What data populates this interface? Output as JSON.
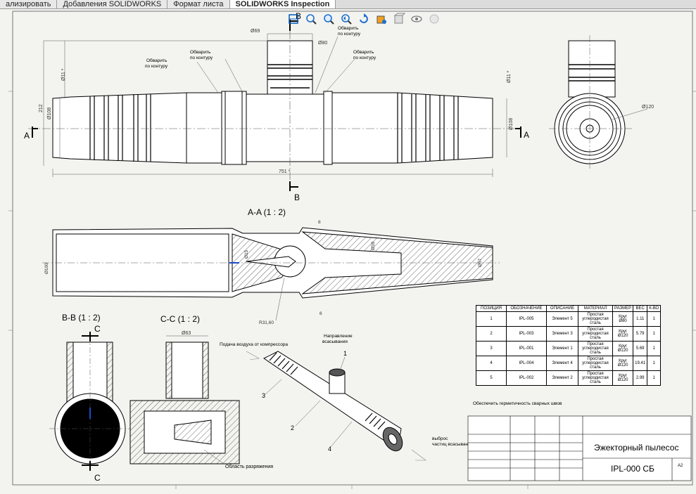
{
  "tabs": [
    {
      "label": "ализировать"
    },
    {
      "label": "Добавления SOLIDWORKS"
    },
    {
      "label": "Формат листа"
    },
    {
      "label": "SOLIDWORKS Inspection"
    }
  ],
  "hud_icons": [
    "section-view-icon",
    "zoom-fit-icon",
    "zoom-area-icon",
    "previous-view-icon",
    "rotate-icon",
    "display-style-icon",
    "view-orientation-icon",
    "hide-show-icon",
    "appearance-icon"
  ],
  "section_labels": {
    "aa": "A-A  (1 : 2)",
    "bb": "B-B  (1 : 2)",
    "cc": "C-C  (1 : 2)",
    "a_left": "A",
    "a_right": "A",
    "b_top": "B",
    "b_bottom": "B",
    "c_top": "C",
    "c_bottom": "C"
  },
  "dimensions": {
    "d69": "Ø69",
    "d80": "Ø80",
    "d11": "Ø11 *",
    "d11b": "Ø11 *",
    "d108": "Ø108",
    "d108b": "Ø108",
    "d212": "212",
    "d751": "751 *",
    "d120": "Ø120",
    "d100": "Ø100",
    "d15": "Ø15",
    "d39": "Ø39",
    "d57": "Ø57",
    "d6": "6",
    "r31": "R31,60",
    "d63": "Ø63",
    "d8": "8"
  },
  "notes": {
    "weld1": "Обварить",
    "weld1b": "по контуру",
    "weld2": "Обварить",
    "weld2b": "по контуру",
    "weld3": "Обварить",
    "weld3b": "по контуру",
    "weld4": "Обварить",
    "weld4b": "по контуру",
    "air": "Подача воздуха от компрессора",
    "suction": "Направление",
    "suction_b": "всасывания",
    "outlet": "выброс",
    "outlet_b": "частиц всасывания",
    "vacuum": "Область разряжения",
    "tight": "Обеспечить герметичность сварных швов",
    "callouts": [
      "1",
      "2",
      "3",
      "4"
    ]
  },
  "bom": {
    "headers": [
      "ПОЗИЦИЯ",
      "ОБОЗНАЧЕНИЕ",
      "ОПИСАНИЕ",
      "МАТЕРИАЛ",
      "РАЗМЕР",
      "ВЕС",
      "К-ВО"
    ],
    "rows": [
      [
        "1",
        "IPL-005",
        "Элемент 5",
        "Простая углеродистая сталь",
        "Круг Ø80",
        "1.11",
        "1"
      ],
      [
        "2",
        "IPL-003",
        "Элемент 3",
        "Простая углеродистая сталь",
        "Круг Ø120",
        "5.79",
        "1"
      ],
      [
        "3",
        "IPL-001",
        "Элемент 1",
        "Простая углеродистая сталь",
        "Круг Ø120",
        "5.69",
        "1"
      ],
      [
        "4",
        "IPL-004",
        "Элемент 4",
        "Простая углеродистая сталь",
        "Круг Ø120",
        "19.41",
        "1"
      ],
      [
        "5",
        "IPL-002",
        "Элемент 2",
        "Простая углеродистая сталь",
        "Круг Ø120",
        "2.99",
        "1"
      ]
    ]
  },
  "title_block": {
    "name": "Эжекторный пылесос",
    "code": "IPL-000 СБ",
    "format": "A2"
  },
  "colors": {
    "line": "#000000",
    "dim": "#4a4a4a",
    "paper": "#f3f3f0",
    "accent": "#1f49c7"
  }
}
